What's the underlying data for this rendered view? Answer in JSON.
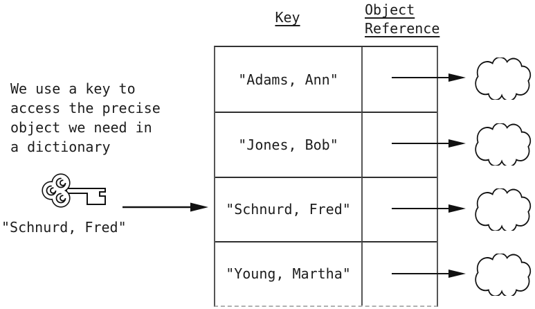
{
  "diagram_title": "dictionary key lookup diagram",
  "annotation": {
    "text": "We use a key to\naccess the precise\nobject we need in\na dictionary"
  },
  "lookup_key": {
    "icon": "skeleton-key-icon",
    "label": "\"Schnurd, Fred\""
  },
  "table": {
    "headers": {
      "key": "Key",
      "object_reference": "Object\nReference"
    },
    "rows": [
      {
        "key": "\"Adams, Ann\""
      },
      {
        "key": "\"Jones, Bob\""
      },
      {
        "key": "\"Schnurd, Fred\""
      },
      {
        "key": "\"Young, Martha\""
      }
    ]
  },
  "icons": {
    "lookup_arrow": "arrow-right-icon",
    "reference_arrow": "arrow-right-icon",
    "object": "cloud-object-icon"
  },
  "colors": {
    "background": "#ffffff",
    "ink": "#1c1c1c",
    "border_dark": "#333333",
    "border_gray": "#555555",
    "border_faint": "#b0b0b0"
  }
}
